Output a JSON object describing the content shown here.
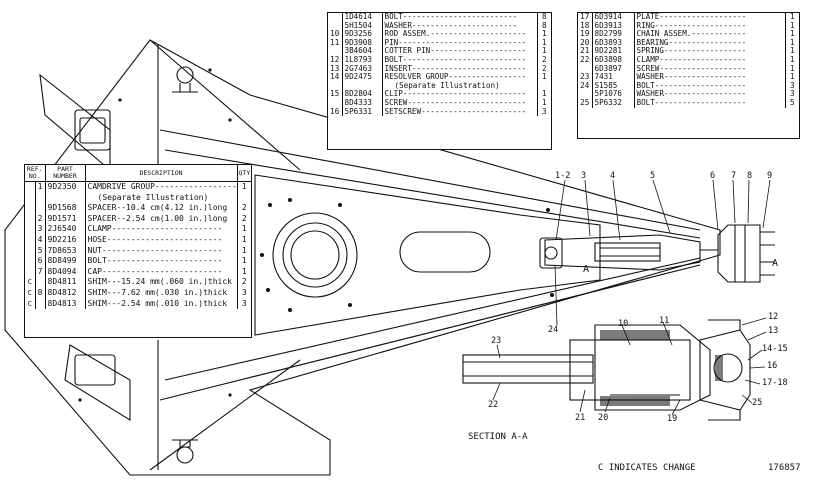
{
  "table_top_left": {
    "rows": [
      {
        "no": "",
        "part": "1D4614",
        "desc": "BOLT-------------------------",
        "qty": "8"
      },
      {
        "no": "",
        "part": "5H1504",
        "desc": "WASHER-----------------------",
        "qty": "8"
      },
      {
        "no": "10",
        "part": "9D3256",
        "desc": "ROD ASSEM.---------------------",
        "qty": "1"
      },
      {
        "no": "11",
        "part": "9D3908",
        "desc": "PIN----------------------------",
        "qty": "1"
      },
      {
        "no": "",
        "part": "3B4604",
        "desc": "COTTER PIN---------------------",
        "qty": "1"
      },
      {
        "no": "12",
        "part": "1L8793",
        "desc": "BOLT---------------------------",
        "qty": "2"
      },
      {
        "no": "13",
        "part": "2G7463",
        "desc": "INSERT-------------------------",
        "qty": "2"
      },
      {
        "no": "14",
        "part": "9D2475",
        "desc": "RESOLVER GROUP-----------------",
        "qty": "1"
      },
      {
        "no": "",
        "part": "",
        "desc": "(Separate Illustration)",
        "qty": ""
      },
      {
        "no": "15",
        "part": "8D2804",
        "desc": "CLIP---------------------------",
        "qty": "1"
      },
      {
        "no": "",
        "part": "8D4333",
        "desc": "SCREW--------------------------",
        "qty": "1"
      },
      {
        "no": "16",
        "part": "5P6331",
        "desc": "SETSCREW-----------------------",
        "qty": "3"
      }
    ]
  },
  "table_top_right": {
    "rows": [
      {
        "no": "17",
        "part": "6D3914",
        "desc": "PLATE-------------------",
        "qty": "1"
      },
      {
        "no": "18",
        "part": "6D3913",
        "desc": "RING--------------------",
        "qty": "1"
      },
      {
        "no": "19",
        "part": "8D2799",
        "desc": "CHAIN ASSEM.------------",
        "qty": "1"
      },
      {
        "no": "20",
        "part": "6D3893",
        "desc": "BEARING-----------------",
        "qty": "1"
      },
      {
        "no": "21",
        "part": "9D2281",
        "desc": "SPRING------------------",
        "qty": "1"
      },
      {
        "no": "22",
        "part": "6D3898",
        "desc": "CLAMP-------------------",
        "qty": "1"
      },
      {
        "no": "",
        "part": "6D3897",
        "desc": "SCREW-------------------",
        "qty": "1"
      },
      {
        "no": "23",
        "part": "7431",
        "desc": "WASHER------------------",
        "qty": "1"
      },
      {
        "no": "24",
        "part": "S1585",
        "desc": "BOLT--------------------",
        "qty": "3"
      },
      {
        "no": "",
        "part": "5P1076",
        "desc": "WASHER------------------",
        "qty": "3"
      },
      {
        "no": "25",
        "part": "5P6332",
        "desc": "BOLT--------------------",
        "qty": "5"
      }
    ]
  },
  "table_main": {
    "headers": {
      "no": "REF. NO.",
      "part": "PART NUMBER",
      "desc": "DESCRIPTION",
      "qty": "QTY"
    },
    "rows": [
      {
        "mark": "",
        "no": "1",
        "part": "9D2350",
        "desc": "CAMDRIVE GROUP------------------",
        "qty": "1"
      },
      {
        "mark": "",
        "no": "",
        "part": "",
        "desc": "(Separate Illustration)",
        "qty": ""
      },
      {
        "mark": "",
        "no": "",
        "part": "9D1568",
        "desc": "SPACER--10.4 cm(4.12 in.)long",
        "qty": "2"
      },
      {
        "mark": "",
        "no": "2",
        "part": "9D1571",
        "desc": "SPACER--2.54 cm(1.00 in.)long",
        "qty": "2"
      },
      {
        "mark": "",
        "no": "3",
        "part": "2J6540",
        "desc": "CLAMP-----------------------",
        "qty": "1"
      },
      {
        "mark": "",
        "no": "4",
        "part": "9D2216",
        "desc": "HOSE------------------------",
        "qty": "1"
      },
      {
        "mark": "",
        "no": "5",
        "part": "7D8653",
        "desc": "NUT-------------------------",
        "qty": "1"
      },
      {
        "mark": "",
        "no": "6",
        "part": "8D8499",
        "desc": "BOLT------------------------",
        "qty": "1"
      },
      {
        "mark": "",
        "no": "7",
        "part": "8D4094",
        "desc": "CAP-------------------------",
        "qty": "1"
      },
      {
        "mark": "C",
        "no": "",
        "part": "8D4811",
        "desc": "SHIM---15.24 mm(.060 in.)thick",
        "qty": "2"
      },
      {
        "mark": "C",
        "no": "8",
        "part": "8D4812",
        "desc": "SHIM---7.62 mm(.030 in.)thick",
        "qty": "3"
      },
      {
        "mark": "C",
        "no": "",
        "part": "8D4813",
        "desc": "SHIM---2.54 mm(.010 in.)thick",
        "qty": "3"
      }
    ]
  },
  "callouts": {
    "c12": "1-2",
    "c3": "3",
    "c4": "4",
    "c5": "5",
    "c6": "6",
    "c7": "7",
    "c8": "8",
    "c9": "9",
    "c10": "10",
    "c11": "11",
    "c12b": "12",
    "c13": "13",
    "c1415": "14-15",
    "c16": "16",
    "c1718": "17-18",
    "c19": "19",
    "c20": "20",
    "c21": "21",
    "c22": "22",
    "c23": "23",
    "c24": "24",
    "c25": "25",
    "a_left": "A",
    "a_right": "A"
  },
  "section_label": "SECTION A-A",
  "change_note": "C INDICATES CHANGE",
  "illustration_number": "176857"
}
